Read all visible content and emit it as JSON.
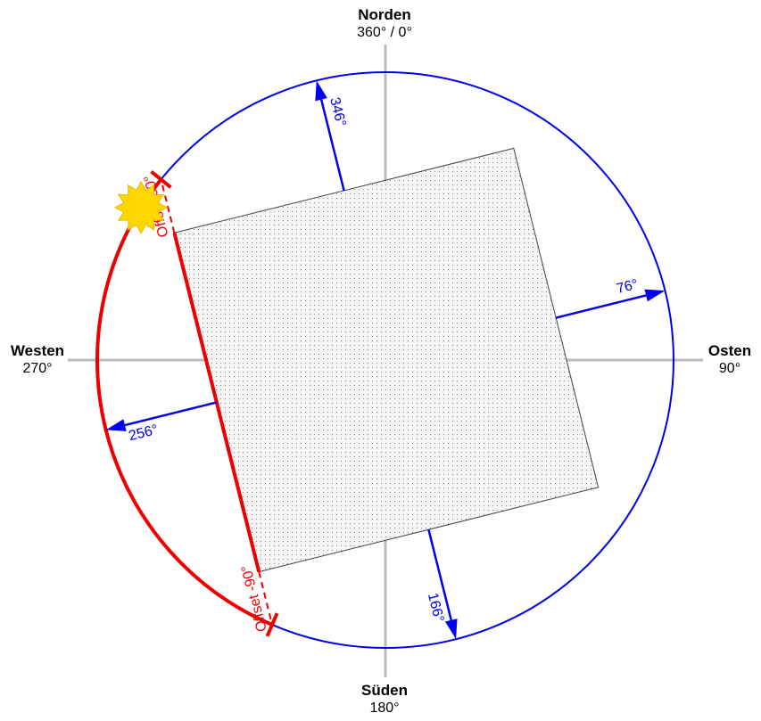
{
  "compass": {
    "north": {
      "name": "Norden",
      "degrees": "360° / 0°"
    },
    "east": {
      "name": "Osten",
      "degrees": "90°"
    },
    "south": {
      "name": "Süden",
      "degrees": "180°"
    },
    "west": {
      "name": "Westen",
      "degrees": "270°"
    }
  },
  "facades": [
    {
      "azimuth": 346,
      "label": "346°"
    },
    {
      "azimuth": 76,
      "label": "76°"
    },
    {
      "azimuth": 166,
      "label": "166°"
    },
    {
      "azimuth": 256,
      "label": "256°"
    }
  ],
  "offsets": {
    "plus": {
      "label": "Offset 90°",
      "azimuth": 346
    },
    "minus": {
      "label": "Offset -90°",
      "azimuth": 166
    }
  },
  "sun": {
    "azimuth": 302
  },
  "colors": {
    "circle": "#0000ee",
    "arrows": "#0000ee",
    "highlight": "#ee0000",
    "sun": "#ffd700",
    "axes": "#bbbbbb",
    "building_fill": "#f4f4f4"
  }
}
